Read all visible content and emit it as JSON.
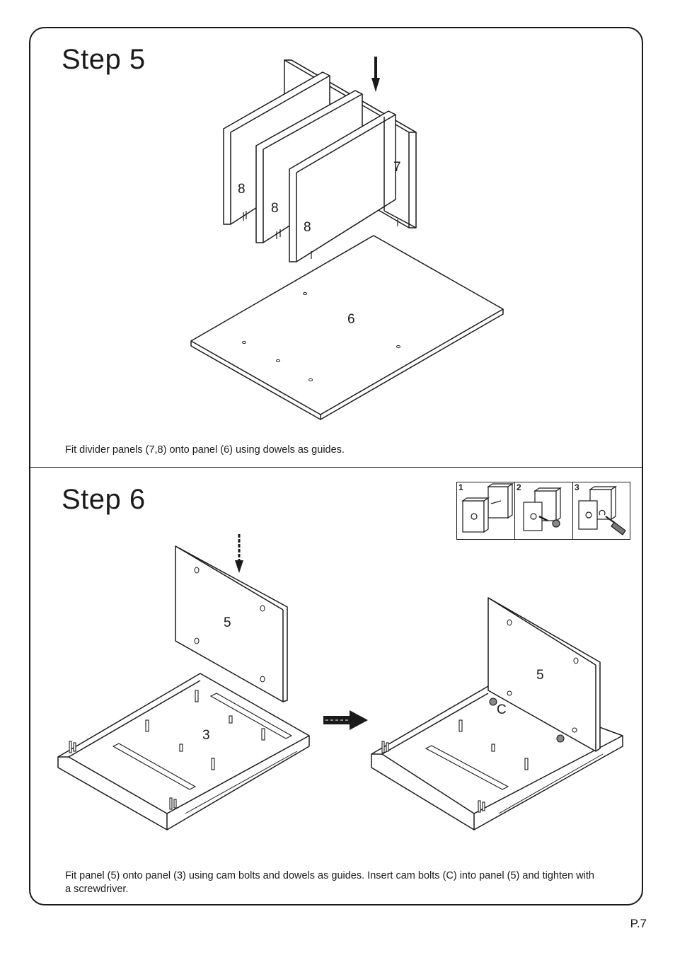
{
  "step5": {
    "title": "Step  5",
    "caption": "Fit divider panels (7,8) onto panel (6) using dowels as guides.",
    "labels": {
      "p7": "7",
      "p8a": "8",
      "p8b": "8",
      "p8c": "8",
      "p6": "6"
    }
  },
  "step6": {
    "title": "Step  6",
    "caption": "Fit panel (5) onto panel (3) using cam bolts and dowels as guides. Insert cam bolts (C) into panel (5) and tighten with a screwdriver.",
    "labels": {
      "p5a": "5",
      "p3": "3",
      "p5b": "5",
      "c": "C"
    },
    "inset_steps": [
      "1",
      "2",
      "3"
    ]
  },
  "page_number": "P.7"
}
